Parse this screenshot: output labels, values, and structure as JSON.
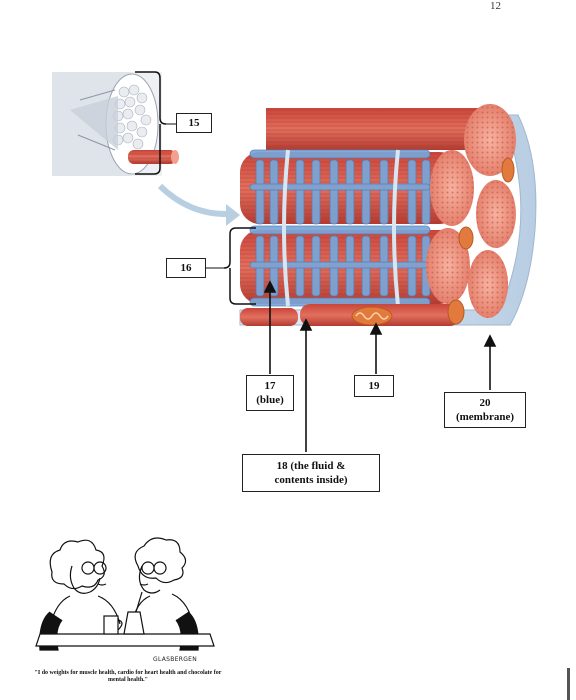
{
  "page": {
    "number": "12"
  },
  "labels": {
    "l15": "15",
    "l16": "16",
    "l17": "17\n(blue)",
    "l18": "18 (the fluid &\ncontents inside)",
    "l19": "19",
    "l20": "20\n(membrane)"
  },
  "cartoon": {
    "signature": "GLASBERGEN",
    "caption": "\"I do weights for muscle health, cardio for heart health and chocolate for mental health.\""
  },
  "colors": {
    "muscle_red": "#d9564a",
    "muscle_pink": "#f08c78",
    "reticulum_blue": "#7aa6d8",
    "membrane_blue": "#cfe0f0",
    "mitochondria": "#e0743c"
  }
}
